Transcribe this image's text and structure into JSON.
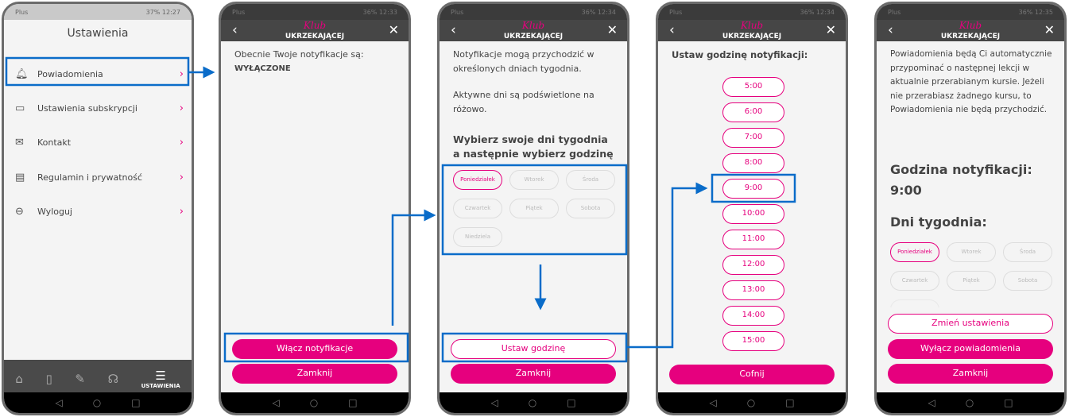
{
  "status": [
    {
      "carrier": "Plus",
      "right": "37% 12:27"
    },
    {
      "carrier": "Plus",
      "right": "36% 12:33"
    },
    {
      "carrier": "Plus",
      "right": "36% 12:34"
    },
    {
      "carrier": "Plus",
      "right": "36% 12:34"
    },
    {
      "carrier": "Plus",
      "right": "36% 12:35"
    }
  ],
  "logo": {
    "top": "Klub",
    "bottom": "UKRZEKAJĄCEJ"
  },
  "screen1": {
    "title": "Ustawienia",
    "items": [
      {
        "label": "Powiadomienia",
        "icon": "bell-icon"
      },
      {
        "label": "Ustawienia subskrypcji",
        "icon": "card-icon"
      },
      {
        "label": "Kontakt",
        "icon": "mail-icon"
      },
      {
        "label": "Regulamin i prywatność",
        "icon": "document-icon"
      },
      {
        "label": "Wyloguj",
        "icon": "logout-icon"
      }
    ],
    "tabs": {
      "active": "USTAWIENIA"
    }
  },
  "screen2": {
    "line1": "Obecnie Twoje notyfikacje są:",
    "state": "WYŁĄCZONE",
    "enable": "Włącz notyfikacje",
    "close": "Zamknij"
  },
  "screen3": {
    "p1": "Notyfikacje mogą przychodzić w określonych dniach tygodnia.",
    "p2": "Aktywne dni są podświetlone na różowo.",
    "heading": "Wybierz swoje dni tygodnia a następnie wybierz godzinę",
    "set_time": "Ustaw godzinę",
    "close": "Zamknij"
  },
  "days": [
    "Poniedziałek",
    "Wtorek",
    "Środa",
    "Czwartek",
    "Piątek",
    "Sobota",
    "Niedziela"
  ],
  "screen4": {
    "heading": "Ustaw godzinę notyfikacji:",
    "times": [
      "5:00",
      "6:00",
      "7:00",
      "8:00",
      "9:00",
      "10:00",
      "11:00",
      "12:00",
      "13:00",
      "14:00",
      "15:00"
    ],
    "back": "Cofnij"
  },
  "screen5": {
    "text": "Powiadomienia będą Ci automatycznie przypominać o następnej lekcji w aktualnie przerabianym kursie. Jeżeli nie przerabiasz żadnego kursu, to Powiadomienia nie będą przychodzić.",
    "hour_label": "Godzina notyfikacji:",
    "hour": "9:00",
    "days_label": "Dni tygodnia:",
    "change": "Zmień ustawienia",
    "disable": "Wyłącz powiadomienia",
    "close": "Zamknij"
  },
  "colors": {
    "accent": "#e6007e",
    "annotation": "#0a6cc9"
  }
}
